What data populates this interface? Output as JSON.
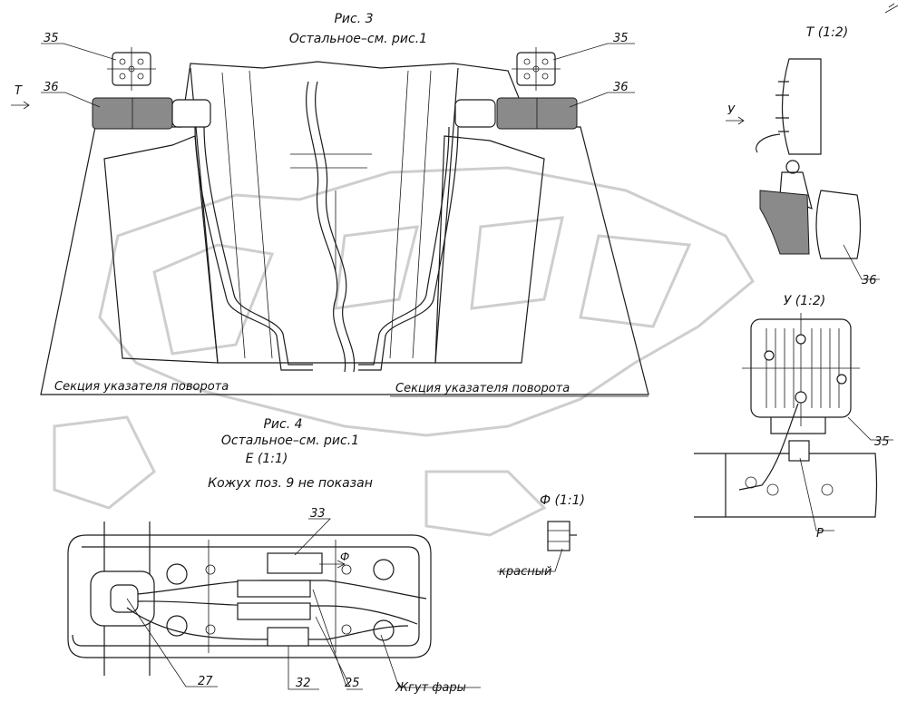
{
  "fig3": {
    "title": "Рис. 3",
    "subtitle": "Остальное–см. рис.1",
    "section_label_left": "Секция указателя поворота",
    "section_label_right": "Секция указателя поворота",
    "view_t": "Т",
    "callouts": {
      "c35_left": "35",
      "c35_right": "35",
      "c36_left": "36",
      "c36_right": "36"
    }
  },
  "detail_t": {
    "title": "Т (1:2)",
    "view_y": "У",
    "callout_36": "36"
  },
  "detail_y": {
    "title": "У (1:2)",
    "callout_35": "35",
    "callout_p": "Р"
  },
  "fig4": {
    "title": "Рис. 4",
    "subtitle": "Остальное–см. рис.1",
    "detail_e": "Е (1:1)",
    "note": "Кожух поз. 9 не показан",
    "view_f": "Ф",
    "callouts": {
      "c33": "33",
      "c27": "27",
      "c32": "32",
      "c25": "25",
      "harness": "Жгут фары"
    }
  },
  "detail_f": {
    "title": "Ф (1:1)",
    "color_label": "красный"
  }
}
